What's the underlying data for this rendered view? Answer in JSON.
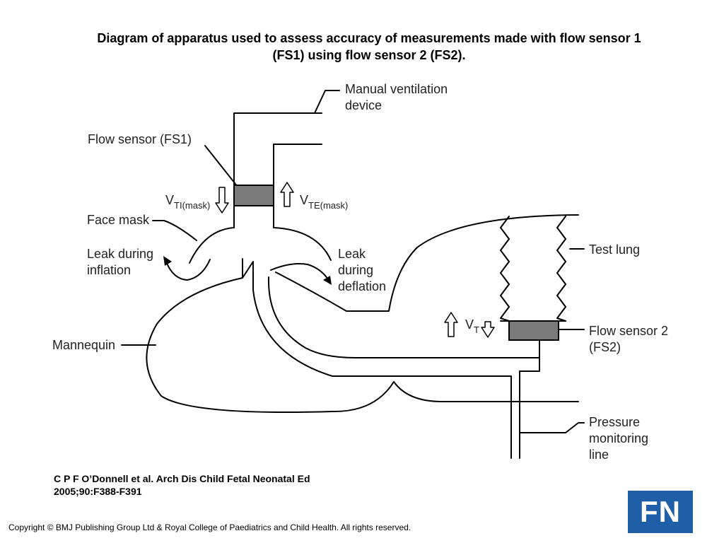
{
  "title": {
    "line1": "Diagram of apparatus used to assess accuracy of measurements made with flow sensor 1",
    "line2": "(FS1) using flow sensor 2 (FS2)."
  },
  "labels": {
    "manual_ventilation_1": "Manual ventilation",
    "manual_ventilation_2": "device",
    "flow_sensor_fs1": "Flow sensor (FS1)",
    "vti_main": "V",
    "vti_sub": "TI(mask)",
    "vte_main": "V",
    "vte_sub": "TE(mask)",
    "face_mask": "Face mask",
    "leak_inflation_1": "Leak during",
    "leak_inflation_2": "inflation",
    "leak_deflation_1": "Leak",
    "leak_deflation_2": "during",
    "leak_deflation_3": "deflation",
    "test_lung": "Test lung",
    "vt_main": "V",
    "vt_sub": "T",
    "flow_sensor_2_1": "Flow sensor 2",
    "flow_sensor_2_2": "(FS2)",
    "mannequin": "Mannequin",
    "pressure_1": "Pressure",
    "pressure_2": "monitoring",
    "pressure_3": "line"
  },
  "citation": {
    "line1": "C P F O’Donnell et al. Arch Dis Child Fetal Neonatal Ed",
    "line2": "2005;90:F388-F391"
  },
  "copyright": "Copyright © BMJ Publishing Group Ltd & Royal College of Paediatrics and Child Health. All rights reserved.",
  "logo": {
    "text": "FN",
    "color": "#1f5fa8"
  },
  "colors": {
    "sensor_fill": "#7a7a7a",
    "line": "#000000"
  }
}
